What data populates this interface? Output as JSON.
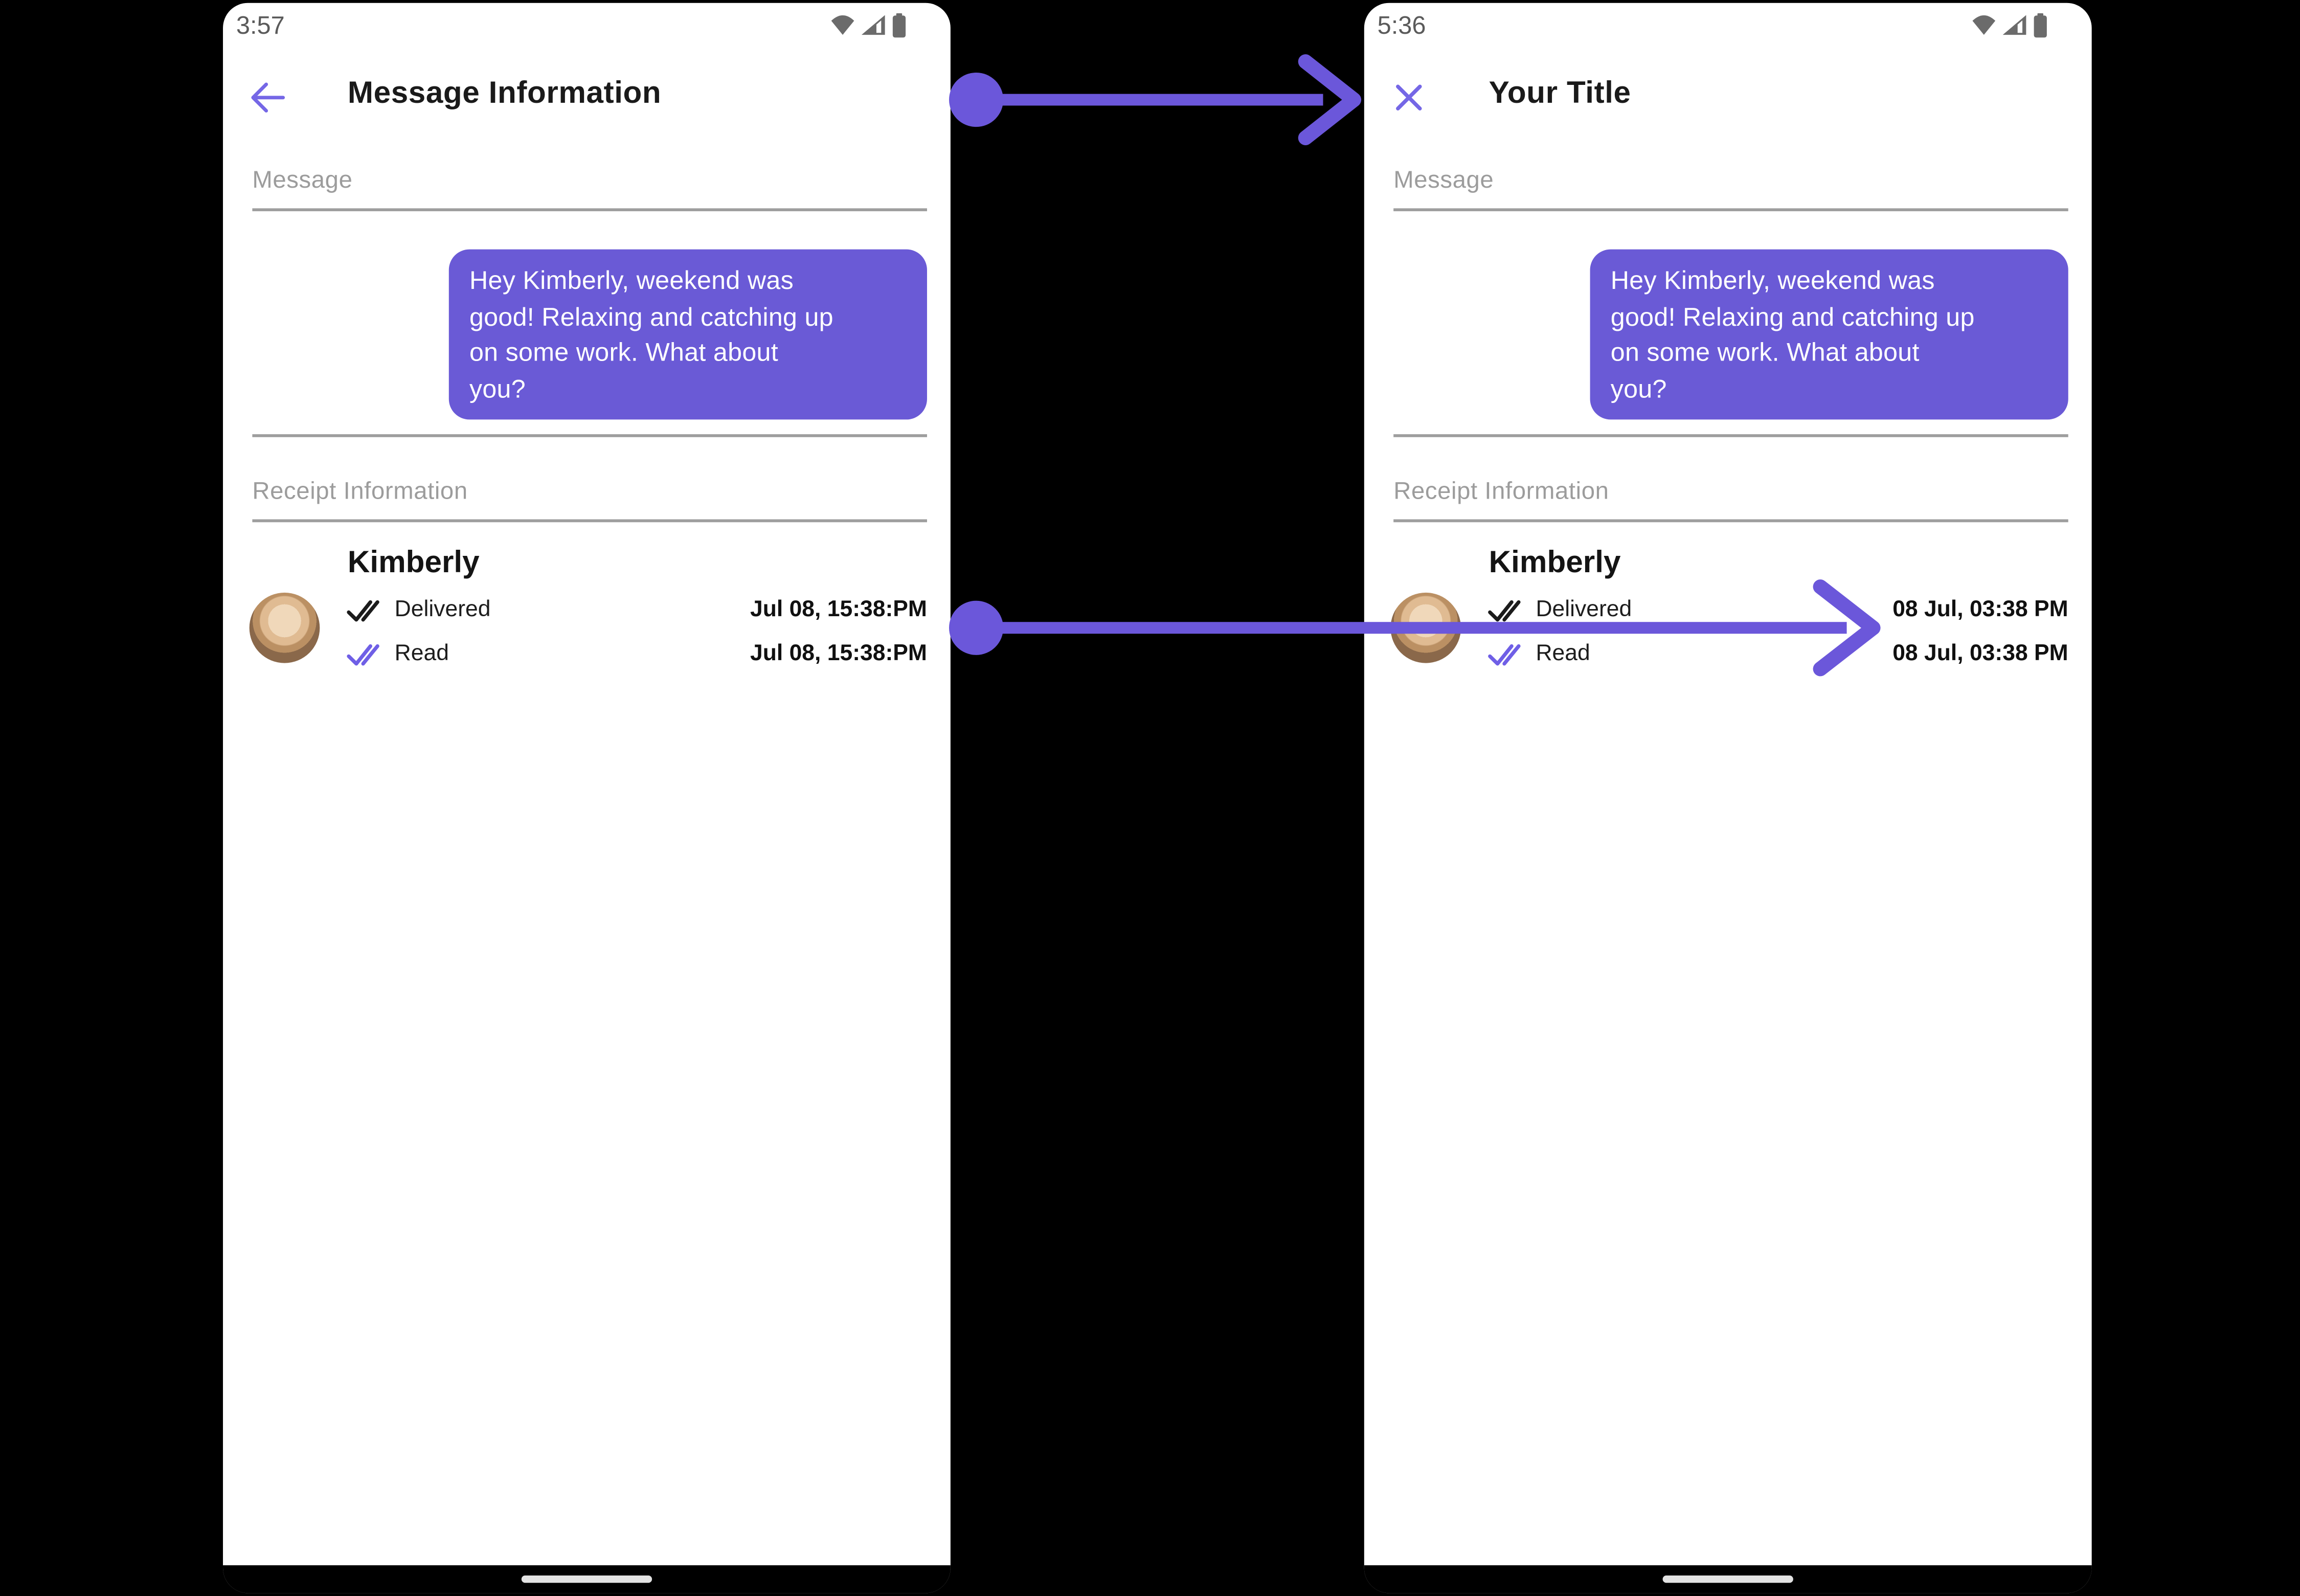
{
  "colors": {
    "background": "#000000",
    "bubble_purple": "#6A5AD6",
    "arrow_purple": "#6B57DA",
    "icon_purple": "#7567E6",
    "status_gray": "#6B6B6B",
    "label_gray": "#9C9C9C",
    "divider_gray": "#9E9E9E",
    "bubble_text": "#FFFFFF",
    "text_black": "#141414",
    "home_pill_gray": "#E2E2E2"
  },
  "phones": [
    {
      "name": "default-message-information-screen",
      "status": {
        "time": "3:57",
        "icons": [
          "wifi-icon",
          "cellular-signal-icon",
          "battery-icon"
        ]
      },
      "header": {
        "nav_icon": "back-arrow-icon",
        "title": "Message Information"
      },
      "sections": {
        "message_label": "Message",
        "receipt_label": "Receipt Information"
      },
      "message": {
        "text": "Hey Kimberly, weekend was\ngood!  Relaxing and catching up\non some work.  What about\nyou?"
      },
      "receipt": {
        "contact_name": "Kimberly",
        "rows": [
          {
            "icon": "delivered-double-check-icon",
            "label": "Delivered",
            "timestamp": "Jul 08, 15:38:PM"
          },
          {
            "icon": "read-double-check-icon",
            "label": "Read",
            "timestamp": "Jul 08, 15:38:PM"
          }
        ]
      }
    },
    {
      "name": "customized-message-information-screen",
      "status": {
        "time": "5:36",
        "icons": [
          "wifi-icon",
          "cellular-signal-icon",
          "battery-icon"
        ]
      },
      "header": {
        "nav_icon": "close-icon",
        "title": "Your Title"
      },
      "sections": {
        "message_label": "Message",
        "receipt_label": "Receipt Information"
      },
      "message": {
        "text": "Hey Kimberly, weekend was\ngood!  Relaxing and catching up\non some work.  What about\nyou?"
      },
      "receipt": {
        "contact_name": "Kimberly",
        "rows": [
          {
            "icon": "delivered-double-check-icon",
            "label": "Delivered",
            "timestamp": "08 Jul, 03:38 PM"
          },
          {
            "icon": "read-double-check-icon",
            "label": "Read",
            "timestamp": "08 Jul, 03:38 PM"
          }
        ]
      }
    }
  ],
  "annotations": {
    "arrow_count": 2
  }
}
